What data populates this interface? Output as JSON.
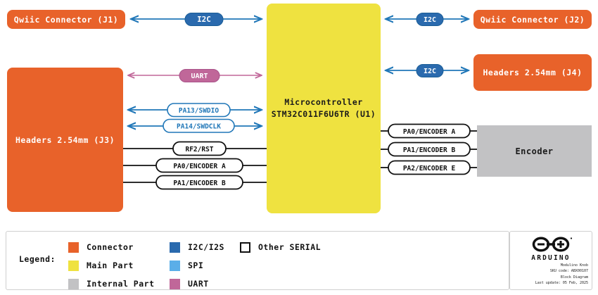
{
  "blocks": {
    "j1": "Qwiic Connector (J1)",
    "j2": "Qwiic Connector (J2)",
    "j4": "Headers 2.54mm (J4)",
    "j3": "Headers 2.54mm (J3)",
    "mcu_line1": "Microcontroller",
    "mcu_line2": "STM32C011F6U6TR (U1)",
    "encoder": "Encoder"
  },
  "signals": {
    "i2c_top_left": "I2C",
    "i2c_top_right": "I2C",
    "i2c_j4": "I2C",
    "uart": "UART",
    "swdio": "PA13/SWDIO",
    "swdclk": "PA14/SWDCLK",
    "rst": "RF2/RST",
    "enc_a_left": "PA0/ENCODER A",
    "enc_b_left": "PA1/ENCODER B",
    "enc_a_right": "PA0/ENCODER A",
    "enc_b_right": "PA1/ENCODER B",
    "enc_e_right": "PA2/ENCODER E"
  },
  "legend": {
    "title": "Legend:",
    "col1": [
      {
        "label": "Connector",
        "color": "#E8622A",
        "style": "fill"
      },
      {
        "label": "Main Part",
        "color": "#EFE240",
        "style": "fill"
      },
      {
        "label": "Internal Part",
        "color": "#C2C2C4",
        "style": "fill"
      }
    ],
    "col2": [
      {
        "label": "I2C/I2S",
        "color": "#2A6AAE",
        "style": "fill"
      },
      {
        "label": "SPI",
        "color": "#5BAEE8",
        "style": "fill"
      },
      {
        "label": "UART",
        "color": "#C06799",
        "style": "fill"
      }
    ],
    "col3": [
      {
        "label": "Other SERIAL",
        "color": "#FFFFFF",
        "style": "outline"
      }
    ]
  },
  "titleblock": {
    "logo_word": "ARDUINO",
    "product": "Modulino Knob",
    "sku": "SKU code: ABX00107",
    "doctype": "Block Diagram",
    "updated": "Last update: 05 Feb, 2025"
  },
  "colors": {
    "connector": "#E8622A",
    "main_part": "#EFE240",
    "internal_part": "#C2C2C4",
    "i2c": "#2A6AAE",
    "i2c_line": "#2077B8",
    "spi": "#5BAEE8",
    "uart": "#C06799",
    "other_serial": "#111111"
  }
}
